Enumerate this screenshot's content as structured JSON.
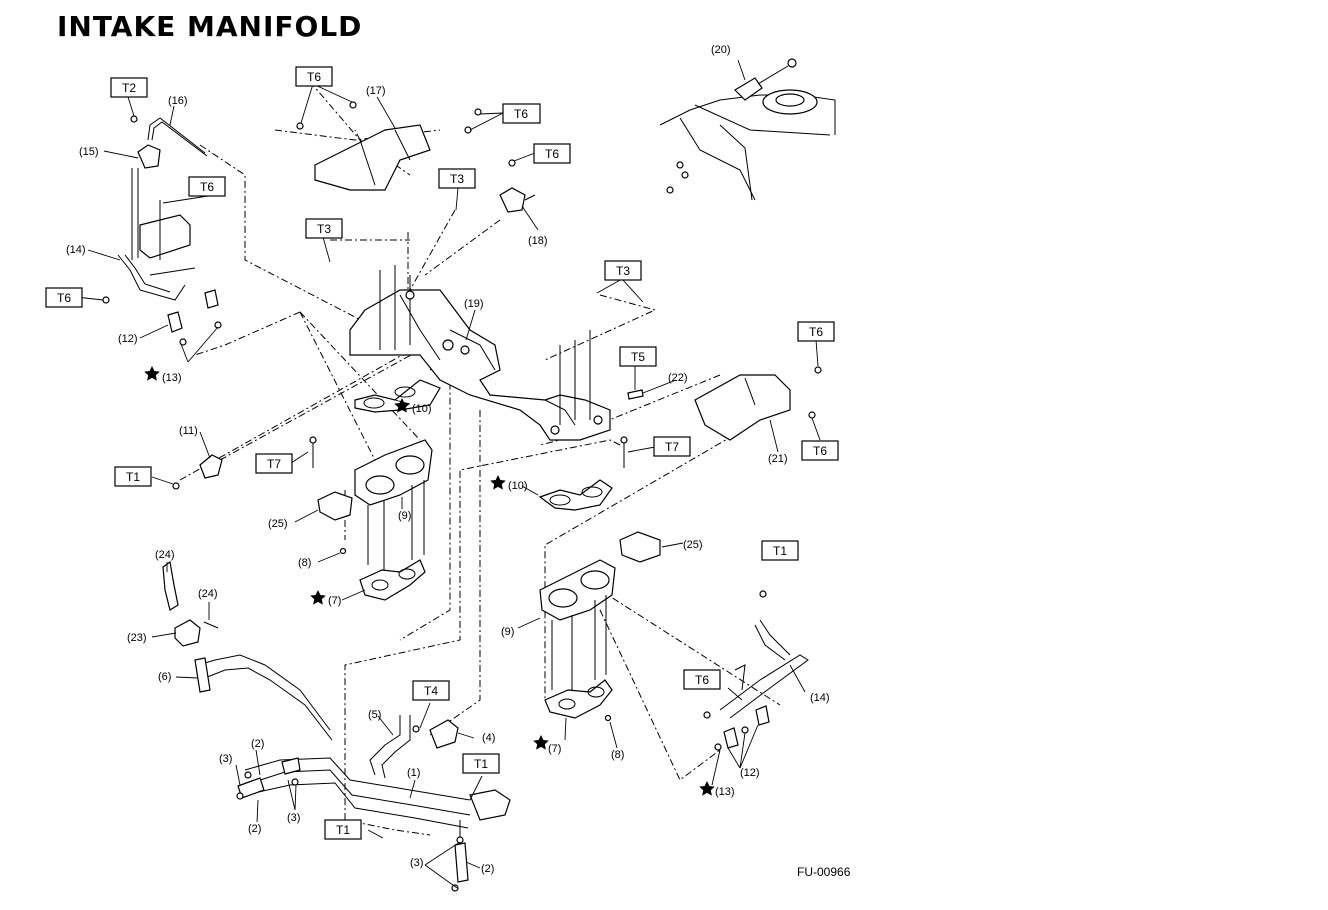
{
  "title": "INTAKE MANIFOLD",
  "figure_code": "FU-00966",
  "torque_boxes": [
    {
      "id": "t2-a",
      "text": "T2"
    },
    {
      "id": "t6-a",
      "text": "T6"
    },
    {
      "id": "t6-b",
      "text": "T6"
    },
    {
      "id": "t6-c",
      "text": "T6"
    },
    {
      "id": "t6-d",
      "text": "T6"
    },
    {
      "id": "t6-e",
      "text": "T6"
    },
    {
      "id": "t3-a",
      "text": "T3"
    },
    {
      "id": "t3-b",
      "text": "T3"
    },
    {
      "id": "t3-c",
      "text": "T3"
    },
    {
      "id": "t5-a",
      "text": "T5"
    },
    {
      "id": "t6-f",
      "text": "T6"
    },
    {
      "id": "t6-g",
      "text": "T6"
    },
    {
      "id": "t7-a",
      "text": "T7"
    },
    {
      "id": "t7-b",
      "text": "T7"
    },
    {
      "id": "t1-a",
      "text": "T1"
    },
    {
      "id": "t1-b",
      "text": "T1"
    },
    {
      "id": "t6-h",
      "text": "T6"
    },
    {
      "id": "t4-a",
      "text": "T4"
    },
    {
      "id": "t1-c",
      "text": "T1"
    },
    {
      "id": "t1-d",
      "text": "T1"
    }
  ],
  "part_labels": [
    {
      "id": "p20",
      "text": "(20)"
    },
    {
      "id": "p17",
      "text": "(17)"
    },
    {
      "id": "p16",
      "text": "(16)"
    },
    {
      "id": "p15",
      "text": "(15)"
    },
    {
      "id": "p14a",
      "text": "(14)"
    },
    {
      "id": "p12a",
      "text": "(12)"
    },
    {
      "id": "p13a",
      "text": "(13)"
    },
    {
      "id": "p18",
      "text": "(18)"
    },
    {
      "id": "p19",
      "text": "(19)"
    },
    {
      "id": "p10a",
      "text": "(10)"
    },
    {
      "id": "p11",
      "text": "(11)"
    },
    {
      "id": "p22",
      "text": "(22)"
    },
    {
      "id": "p21",
      "text": "(21)"
    },
    {
      "id": "p9a",
      "text": "(9)"
    },
    {
      "id": "p25a",
      "text": "(25)"
    },
    {
      "id": "p10b",
      "text": "(10)"
    },
    {
      "id": "p8a",
      "text": "(8)"
    },
    {
      "id": "p7a",
      "text": "(7)"
    },
    {
      "id": "p24a",
      "text": "(24)"
    },
    {
      "id": "p24b",
      "text": "(24)"
    },
    {
      "id": "p23",
      "text": "(23)"
    },
    {
      "id": "p6",
      "text": "(6)"
    },
    {
      "id": "p25b",
      "text": "(25)"
    },
    {
      "id": "p9b",
      "text": "(9)"
    },
    {
      "id": "p14b",
      "text": "(14)"
    },
    {
      "id": "p5",
      "text": "(5)"
    },
    {
      "id": "p4",
      "text": "(4)"
    },
    {
      "id": "p3a",
      "text": "(3)"
    },
    {
      "id": "p2a",
      "text": "(2)"
    },
    {
      "id": "p1",
      "text": "(1)"
    },
    {
      "id": "p3b",
      "text": "(3)"
    },
    {
      "id": "p2b",
      "text": "(2)"
    },
    {
      "id": "p7b",
      "text": "(7)"
    },
    {
      "id": "p8b",
      "text": "(8)"
    },
    {
      "id": "p12b",
      "text": "(12)"
    },
    {
      "id": "p13b",
      "text": "(13)"
    },
    {
      "id": "p3c",
      "text": "(3)"
    },
    {
      "id": "p2c",
      "text": "(2)"
    }
  ]
}
